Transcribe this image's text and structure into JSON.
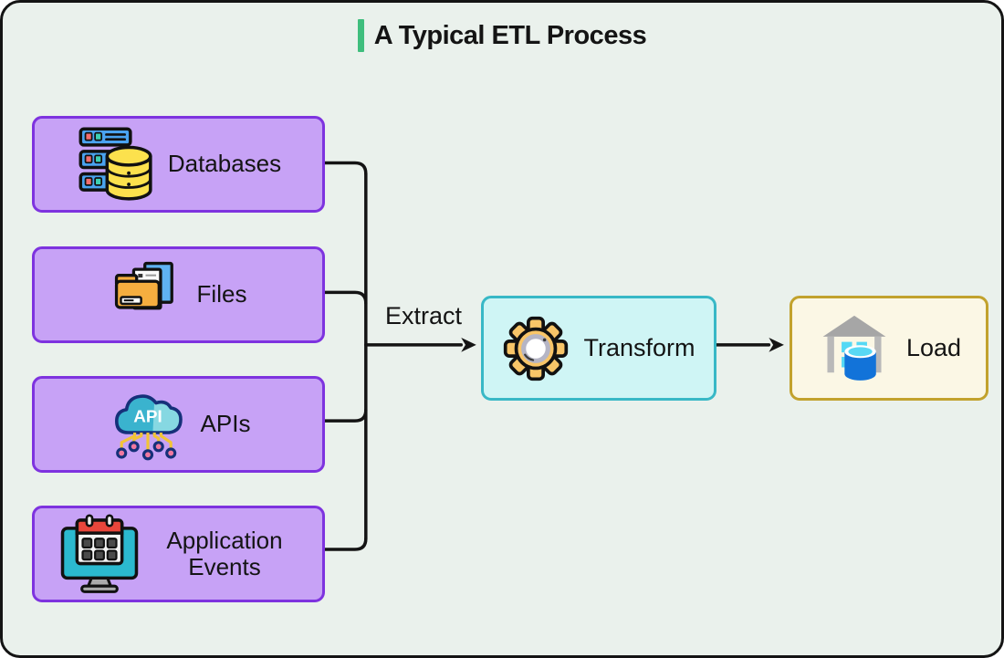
{
  "title": {
    "text": "A Typical ETL Process"
  },
  "sources": [
    {
      "label": "Databases",
      "icon": "server-database-icon"
    },
    {
      "label": "Files",
      "icon": "folder-documents-icon"
    },
    {
      "label": "APIs",
      "icon": "api-cloud-icon",
      "icon_text": "API"
    },
    {
      "label": "Application Events",
      "icon": "monitor-calendar-icon"
    }
  ],
  "flow": {
    "extract_label": "Extract",
    "transform_label": "Transform",
    "load_label": "Load",
    "transform_icon": "gear-icon",
    "load_icon": "warehouse-database-icon"
  },
  "colors": {
    "canvas_bg": "#EAF1EC",
    "source_fill": "#C7A2F6",
    "source_border": "#7E33DF",
    "transform_fill": "#CFF5F5",
    "transform_border": "#38B8C6",
    "load_fill": "#FBF7E5",
    "load_border": "#C2A22D",
    "title_accent": "#3FBE7D",
    "connector": "#141414"
  }
}
